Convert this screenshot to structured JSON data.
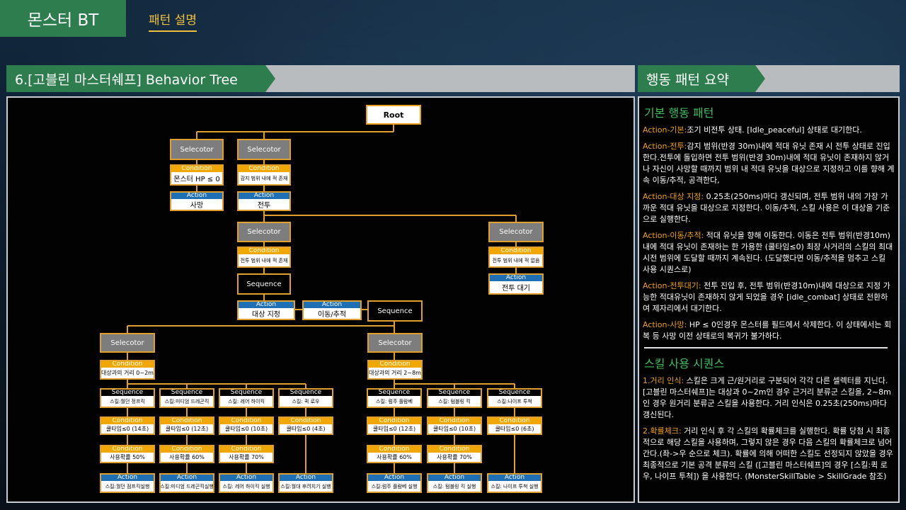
{
  "header": {
    "brand": "몬스터 BT",
    "subtitle": "패턴 설명"
  },
  "left_section": {
    "title": "6.[고블린 마스터쉐프] Behavior Tree"
  },
  "right_section": {
    "title": "행동 패턴 요약"
  },
  "tree": {
    "root": "Root",
    "sel1": "Selecotor",
    "sel1_cond_h": "Condition",
    "sel1_cond": "몬스터 HP ≤ 0",
    "sel1_act_h": "Action",
    "sel1_act": "사망",
    "sel2": "Selecotor",
    "sel2_cond_h": "Condition",
    "sel2_cond": "감지 범위 내에 적 존재",
    "sel2_act_h": "Action",
    "sel2_act": "전투",
    "sel3": "Selecotor",
    "sel3_cond_h": "Condition",
    "sel3_cond": "전투 범위 내에 적 존재",
    "sel4": "Selecotor",
    "sel4_cond_h": "Condition",
    "sel4_cond": "전투 범위 내에 적 없음",
    "sel4_act_h": "Action",
    "sel4_act": "전투 대기",
    "seq1": "Sequence",
    "act_target_h": "Action",
    "act_target": "대상 지정",
    "act_move_h": "Action",
    "act_move": "이동/추적",
    "seq2": "Sequence",
    "sel5": "Selecotor",
    "sel5_cond_h": "Condition",
    "sel5_cond": "대상과의 거리 0~2m",
    "sel6": "Selecotor",
    "sel6_cond_h": "Condition",
    "sel6_cond": "대상과의 거리 2~8m",
    "near": [
      {
        "seq": "Sequence",
        "skill": "스킬:월던 정프킥",
        "c1h": "Condition",
        "c1": "쿨타임≤0 (14초)",
        "c2h": "Condition",
        "c2": "사용확률 50%",
        "ah": "Action",
        "a": "스킬:월던 점프킥실행"
      },
      {
        "seq": "Sequence",
        "skill": "스킬:미디엄 드레곤킥",
        "c1h": "Condition",
        "c1": "쿨타임≤0 (12초)",
        "c2h": "Condition",
        "c2": "사용확률 60%",
        "ah": "Action",
        "a": "스킬:미디엄 드레곤킥실행"
      },
      {
        "seq": "Sequence",
        "skill": "스킬: 레어 하이킥",
        "c1h": "Condition",
        "c1": "쿨타임≤0 (10초)",
        "c2h": "Condition",
        "c2": "사용확률 70%",
        "ah": "Action",
        "a": "스킬: 레어 하이킥 실행"
      },
      {
        "seq": "Sequence",
        "skill": "스킬: 퀵 로우",
        "c1h": "Condition",
        "c1": "쿨타임≤0 (4초)",
        "ah": "Action",
        "a": "스킬:월대 후려치기 실행"
      }
    ],
    "far": [
      {
        "seq": "Sequence",
        "skill": "스킬: 럼주 플람베",
        "c1h": "Condition",
        "c1": "쿨타임≤0 (12초)",
        "c2h": "Condition",
        "c2": "사용확률 60%",
        "ah": "Action",
        "a": "스킬:럼주 플람베 실행"
      },
      {
        "seq": "Sequence",
        "skill": "스킬: 텀블링 킥",
        "c1h": "Condition",
        "c1": "쿨타임≤0 (10초)",
        "c2h": "Condition",
        "c2": "사용확률 70%",
        "ah": "Action",
        "a": "스킬: 텀블링 킥 실행"
      },
      {
        "seq": "Sequence",
        "skill": "스킬:나이프 투척",
        "c1h": "Condition",
        "c1": "쿨타임≤0 (6초)",
        "ah": "Action",
        "a": "스킬: 나이프 투척 실행"
      }
    ]
  },
  "summary": {
    "title1": "기본 행동 패턴",
    "items": [
      {
        "k": "Action-기본:",
        "v": "조기 비전투 상태. [Idle_peaceful] 상태로 대기한다."
      },
      {
        "k": "Action-전투:",
        "v": "감지 범위(반경 30m)내에 적대 유닛 존재 시 전투 상태로 진입한다.전투에 돌입하면 전투 범위(반경 30m)내에 적대 유닛이 존재하지 않거나 자신이 사망할 때까지 범위 내 적대 유닛을 대상으로 지정하고 이를 향해 계속 이동/추적, 공격한다,"
      },
      {
        "k": "Action-대상 지정:",
        "v": " 0.25초(250ms)마다 갱신되며, 전투 범위 내의 가장 가까운 적대 유닛을 대상으로 지정한다. 이동/추적, 스킬 사용은 이 대상을 기준으로 실행한다."
      },
      {
        "k": "Action-이동/추적:",
        "v": " 적대 유닛을 향해 이동한다. 이동은 전투 범위(반경10m) 내에 적대 유닛이 존재하는 한  가용한 (쿨타임≤0) 최장 사거리의 스킬의 최대 시전 범위에 도달할 때까지 계속된다. (도달했다면 이동/추적을 멈추고 스킬 사용 시퀀스로)"
      },
      {
        "k": "Action-전투대기:",
        "v": " 전투 진입 후, 전투 범위(반경10m)내에 대상으로 지정 가능한 적대유닛이 존재하지 않게 되었을 경우 [idle_combat] 상태로 전환하여 제자리에서 대기한다."
      },
      {
        "k": "Action-사망:",
        "v": " HP ≤ 0인경우 몬스터를 필드에서 삭제한다. 이 상태에서는 회복 등 사망 이전 상태로의 복귀가 불가하다."
      }
    ],
    "title2": "스킬 사용 시퀀스",
    "items2": [
      {
        "k": "1.거리 인식:",
        "v": " 스킬은 크게 근/원거리로 구분되어 각각 다른 셀렉터를 지닌다. [고블린 마스터쉐프]는 대상과 0~2m인 경우 근거리 분류군 스킬을, 2~8m인 경우 원거리 분류군 스킬을 사용한다. 거리 인식은 0.25초(250ms)마다 갱신된다."
      },
      {
        "k": "2.확률체크:",
        "v": " 거리 인식 후 각 스킬의 확률체크를 실행한다. 확률 당첨 시 최종적으로 해당 스킬을 사용하며, 그렇지 않은 경우 다음 스킬의 확률체크로 넘어간다.(좌->우 순으로 체크). 확률에 의해 어떠한 스킬도 선정되지 않았을 경우 최종적으로 기본 공격 분류의 스킬 ([고블린 마스터쉐프]의 경우 [스킬:퀵 로우, 나이프 투척]) 을 사용한다. (MonsterSkillTable > SkillGrade 참조)"
      }
    ]
  },
  "colors": {
    "green": "#2e7d4f",
    "gold": "#f0c040",
    "condition": "#f0a800",
    "action": "#1f6fb5",
    "connector": "#e0a030"
  }
}
